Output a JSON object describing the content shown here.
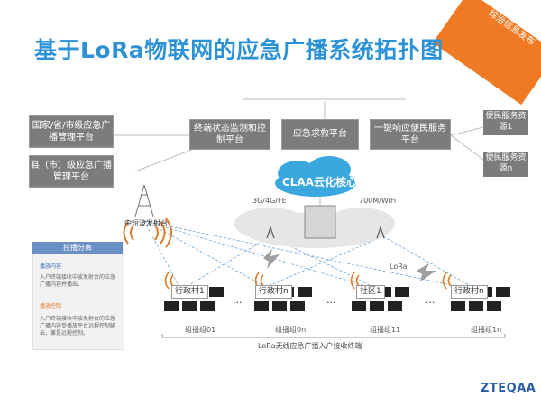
{
  "ribbon": "综治信息发布",
  "title": "基于LoRa物联网的应急广播系统拓扑图",
  "platforms": {
    "national": "国家/省/市级应急广播管理平台",
    "county": "县（市）级应急广播管理平台",
    "monitor": "终端状态监测和控制平台",
    "rescue": "应急求救平台",
    "one_key": "一键响应便民服务平台",
    "service1": "便民服务资源1",
    "service_n": "便民服务资源n"
  },
  "core_network": "CLAA云化核心网",
  "links": {
    "mobile": "3G/4G/FE",
    "wireless": "700M/WiFi",
    "lora": "LoRa",
    "mw_station": "中短波发射台"
  },
  "villages": [
    "行政村1",
    "行政村n",
    "社区1",
    "行政村n"
  ],
  "dots": [
    "...",
    "...",
    "..."
  ],
  "groups": [
    "组播组01",
    "组播组0n",
    "组播组11",
    "组播组1n"
  ],
  "bottom_label": "LoRa无线应急广播入户接收终端",
  "legend": {
    "title": "控播分离",
    "head1": "播放内容",
    "text1": "入户终端接收中波发射台的应急广播内容并播出。",
    "head2": "播放控制",
    "text2": "入户终端接收中波发射台的应急广播内容受播放平台远程控制输出，兼是远程控制。"
  },
  "logo": "ZTEQAA",
  "colors": {
    "title": "#2b92d8",
    "box": "#7c7c7c",
    "cloud": "#3aa8df",
    "legend_bar": "#6b8fc4",
    "wave": "#e07d2a"
  }
}
